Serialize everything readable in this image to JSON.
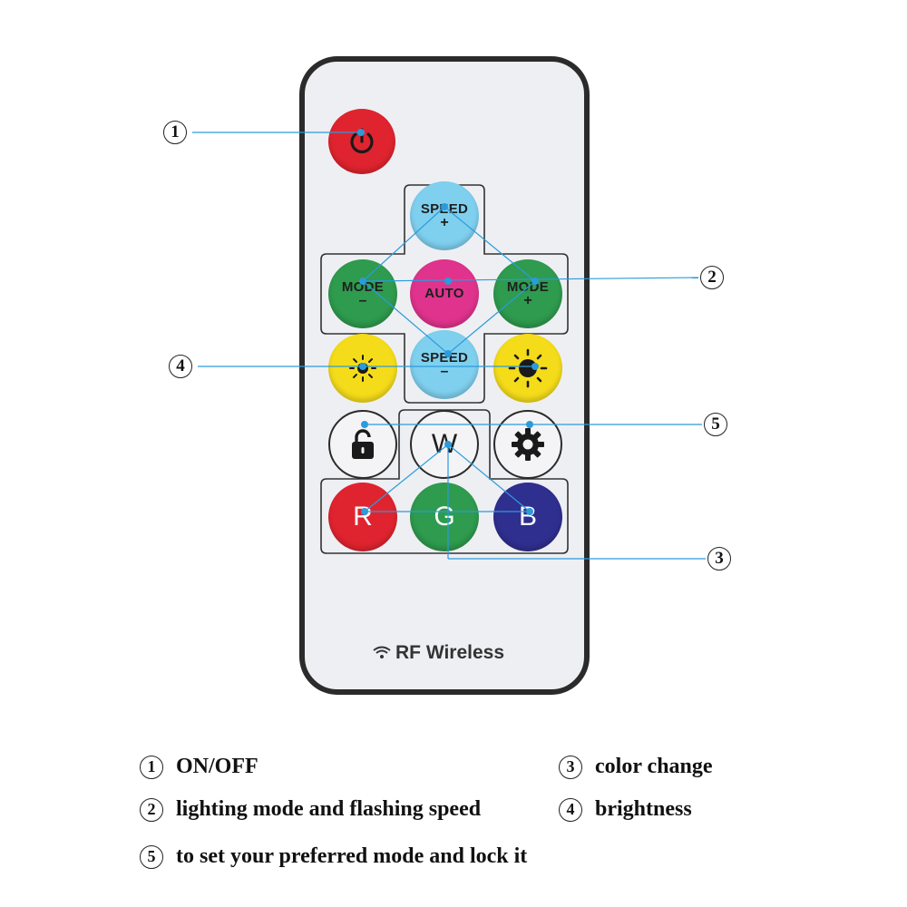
{
  "remote": {
    "buttons": {
      "speed_up": {
        "label": "SPEED",
        "sign": "+"
      },
      "mode_down": {
        "label": "MODE",
        "sign": "–"
      },
      "auto": {
        "label": "AUTO"
      },
      "mode_up": {
        "label": "MODE",
        "sign": "+"
      },
      "speed_down": {
        "label": "SPEED",
        "sign": "–"
      },
      "w": {
        "label": "W"
      },
      "r": {
        "label": "R"
      },
      "g": {
        "label": "G"
      },
      "b": {
        "label": "B"
      }
    },
    "brand_text": "RF Wireless"
  },
  "callouts": [
    "1",
    "2",
    "3",
    "4",
    "5"
  ],
  "legend": [
    {
      "num": "1",
      "text": "ON/OFF"
    },
    {
      "num": "3",
      "text": "color change"
    },
    {
      "num": "2",
      "text": "lighting mode and flashing speed"
    },
    {
      "num": "4",
      "text": "brightness"
    },
    {
      "num": "5",
      "text": "to set your preferred mode and lock it"
    }
  ],
  "colors": {
    "power": "#e0242f",
    "speed": "#7fd0ef",
    "mode": "#2e9b4e",
    "auto": "#e0338d",
    "brightness": "#f5dc1a",
    "red": "#e0242f",
    "green": "#2e9b4e",
    "blue": "#2f2f8f",
    "callout_line": "#2b9bdc"
  }
}
